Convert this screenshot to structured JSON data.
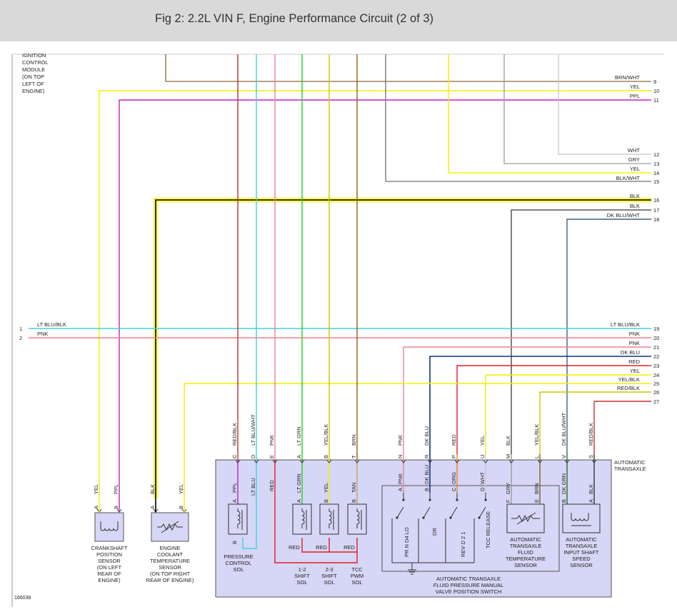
{
  "header": {
    "title": "Fig 2: 2.2L VIN F, Engine Performance Circuit (2 of 3)"
  },
  "colors": {
    "BRN/WHT": "#8a6a3a",
    "YEL": "#f0f000",
    "PPL": "#c020c0",
    "WHT": "#c8c8c8",
    "GRY": "#9a9a9a",
    "BLK/WHT": "#707070",
    "BLK": "#000000",
    "DK BLU/WHT": "#40607a",
    "LT BLU/BLK": "#40d0e0",
    "PNK": "#f08090",
    "DK BLU": "#103080",
    "RED": "#e02020",
    "YEL/BLK": "#c8c800",
    "RED/BLK": "#c03030",
    "LT BLU": "#40d0e0",
    "LT GRN": "#20d020",
    "BRN": "#8a6020",
    "TAN": "#c8a060",
    "ORG": "#f08020",
    "DK GRN": "#207020",
    "RED/WHT": "#e05050",
    "LT BLU/WHT": "#40d0e0",
    "panel_fill": "#d6d6f6",
    "panel_stroke": "#555555"
  },
  "module_label": [
    "IGNITION",
    "CONTROL",
    "MODULE",
    "(ON TOP",
    "LEFT OF",
    "ENGINE)"
  ],
  "right_wires": [
    {
      "num": "9",
      "label": "BRN/WHT"
    },
    {
      "num": "10",
      "label": "YEL"
    },
    {
      "num": "11",
      "label": "PPL"
    },
    {
      "num": "12",
      "label": "WHT"
    },
    {
      "num": "13",
      "label": "GRY"
    },
    {
      "num": "14",
      "label": "YEL"
    },
    {
      "num": "15",
      "label": "BLK/WHT"
    },
    {
      "num": "16",
      "label": "BLK"
    },
    {
      "num": "17",
      "label": "BLK"
    },
    {
      "num": "18",
      "label": "DK BLU/WHT"
    },
    {
      "num": "19",
      "label": "LT BLU/BLK"
    },
    {
      "num": "20",
      "label": "PNK"
    },
    {
      "num": "21",
      "label": "PNK"
    },
    {
      "num": "22",
      "label": "DK BLU"
    },
    {
      "num": "23",
      "label": "RED"
    },
    {
      "num": "24",
      "label": "YEL"
    },
    {
      "num": "25",
      "label": "YEL/BLK"
    },
    {
      "num": "26",
      "label": "RED/BLK"
    },
    {
      "num": "27",
      "label": ""
    }
  ],
  "left_wires": [
    {
      "num": "1",
      "label": "LT BLU/BLK"
    },
    {
      "num": "2",
      "label": "PNK"
    }
  ],
  "connector_pins": [
    {
      "pin": "C",
      "wire": "RED/BLK"
    },
    {
      "pin": "D",
      "wire": "LT BLU/WHT"
    },
    {
      "pin": "E",
      "wire": "PNK"
    },
    {
      "pin": "A",
      "wire": "LT GRN"
    },
    {
      "pin": "B",
      "wire": "YEL/BLK"
    },
    {
      "pin": "T",
      "wire": "BRN"
    },
    {
      "pin": "N",
      "wire": "PNK"
    },
    {
      "pin": "R",
      "wire": "DK BLU"
    },
    {
      "pin": "P",
      "wire": "RED"
    },
    {
      "pin": "U",
      "wire": "YEL"
    },
    {
      "pin": "M",
      "wire": "BLK"
    },
    {
      "pin": "L",
      "wire": "YEL/BLK"
    },
    {
      "pin": "V",
      "wire": "DK BLU/WHT"
    },
    {
      "pin": "S",
      "wire": "RED/BLK"
    }
  ],
  "internal_labels": [
    {
      "pin": "A",
      "wire": "PPL"
    },
    {
      "pin": "B",
      "wire": "LT BLU"
    },
    {
      "pin": "",
      "wire": "RED"
    },
    {
      "pin": "A",
      "wire": "LT GRN"
    },
    {
      "pin": "B",
      "wire": "YEL"
    },
    {
      "pin": "B",
      "wire": "TAN"
    },
    {
      "pin": "A",
      "wire": "PNK"
    },
    {
      "pin": "B",
      "wire": "DK BLU"
    },
    {
      "pin": "C",
      "wire": "ORG"
    },
    {
      "pin": "D",
      "wire": "WHT"
    },
    {
      "pin": "F",
      "wire": "GRY"
    },
    {
      "pin": "E",
      "wire": "BRN"
    },
    {
      "pin": "B",
      "wire": "DK GRN"
    },
    {
      "pin": "A",
      "wire": "BLK"
    }
  ],
  "red_jumper_labels": [
    "RED",
    "RED",
    "RED"
  ],
  "switch_positions": [
    "PR N D4 LO",
    "DR",
    "REV D 2 1",
    "TCC RELEASE"
  ],
  "sensor_pins": [
    {
      "pin": "A",
      "wire": "YEL"
    },
    {
      "pin": "B",
      "wire": "PPL"
    },
    {
      "pin": "A",
      "wire": "BLK"
    },
    {
      "pin": "B",
      "wire": "YEL"
    }
  ],
  "components": {
    "crankshaft": [
      "CRANKSHAFT",
      "POSITION",
      "SENSOR",
      "(ON LEFT",
      "REAR OF",
      "ENGINE)"
    ],
    "ect": [
      "ENGINE",
      "COOLANT",
      "TEMPERATURE",
      "SENSOR",
      "(ON TOP RIGHT",
      "REAR OF ENGINE)"
    ],
    "pressure_control": [
      "PRESSURE",
      "CONTROL",
      "SOL"
    ],
    "shift12": [
      "1-2",
      "SHIFT",
      "SOL"
    ],
    "shift23": [
      "2-3",
      "SHIFT",
      "SOL"
    ],
    "tcc_pwm": [
      "TCC",
      "PWM",
      "SOL"
    ],
    "valve_switch": [
      "AUTOMATIC TRANSAXLE",
      "FLUID PRESSURE MANUAL",
      "VALVE POSITION SWITCH"
    ],
    "fluid_temp": [
      "AUTOMATIC",
      "TRANSAXLE",
      "FLUID",
      "TEMPERATURE",
      "SENSOR"
    ],
    "input_speed": [
      "AUTOMATIC",
      "TRANSAXLE",
      "INPUT SHAFT",
      "SPEED",
      "SENSOR"
    ],
    "transaxle": [
      "AUTOMATIC",
      "TRANSAXLE"
    ]
  },
  "figure_id": "166038"
}
